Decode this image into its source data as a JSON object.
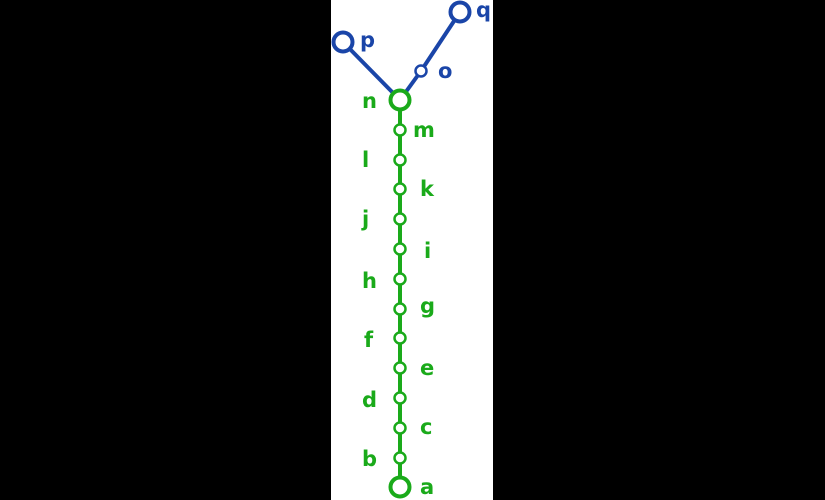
{
  "colors": {
    "background": "#000000",
    "panel": "#ffffff",
    "green_line": "#1aaa1a",
    "blue_line": "#1a45a8"
  },
  "green_line": {
    "stops": [
      {
        "label": "a",
        "terminus": true
      },
      {
        "label": "b"
      },
      {
        "label": "c"
      },
      {
        "label": "d"
      },
      {
        "label": "e"
      },
      {
        "label": "f"
      },
      {
        "label": "g"
      },
      {
        "label": "h"
      },
      {
        "label": "i"
      },
      {
        "label": "j"
      },
      {
        "label": "k"
      },
      {
        "label": "l"
      },
      {
        "label": "m"
      },
      {
        "label": "n",
        "junction": true
      }
    ]
  },
  "blue_line": {
    "branch_left": [
      {
        "label": "p",
        "terminus": true
      }
    ],
    "branch_right": [
      {
        "label": "o"
      },
      {
        "label": "q",
        "terminus": true
      }
    ]
  }
}
